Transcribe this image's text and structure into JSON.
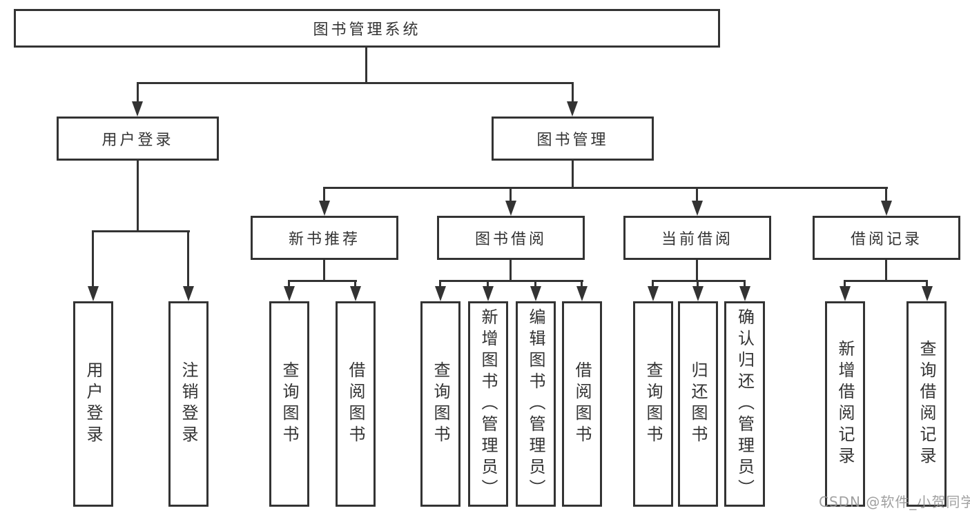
{
  "tree": {
    "label": "图书管理系统",
    "children": [
      {
        "label": "用户登录",
        "children": [
          {
            "label": "用户登录"
          },
          {
            "label": "注销登录"
          }
        ]
      },
      {
        "label": "图书管理",
        "children": [
          {
            "label": "新书推荐",
            "children": [
              {
                "label": "查询图书"
              },
              {
                "label": "借阅图书"
              }
            ]
          },
          {
            "label": "图书借阅",
            "children": [
              {
                "label": "查询图书"
              },
              {
                "label": "新增图书（管理员）"
              },
              {
                "label": "编辑图书（管理员）"
              },
              {
                "label": "借阅图书"
              }
            ]
          },
          {
            "label": "当前借阅",
            "children": [
              {
                "label": "查询图书"
              },
              {
                "label": "归还图书"
              },
              {
                "label": "确认归还（管理员）"
              }
            ]
          },
          {
            "label": "借阅记录",
            "children": [
              {
                "label": "新增借阅记录"
              },
              {
                "label": "查询借阅记录"
              }
            ]
          }
        ]
      }
    ]
  },
  "watermark": "CSDN @软件_小贺同学",
  "colors": {
    "line": "#333333",
    "text": "#333333",
    "background": "#ffffff",
    "watermark": "#969696"
  }
}
